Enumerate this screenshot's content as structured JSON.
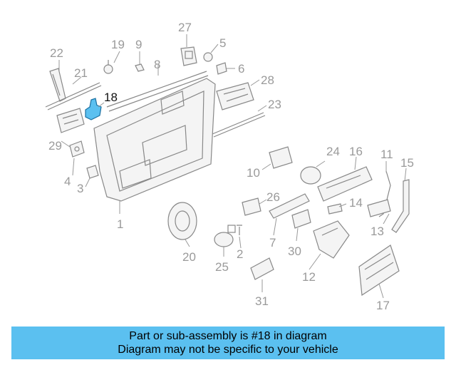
{
  "diagram": {
    "highlighted_part": "18",
    "highlight_color": "#5bc0f0",
    "callouts": [
      "1",
      "2",
      "3",
      "4",
      "5",
      "6",
      "7",
      "8",
      "9",
      "10",
      "11",
      "12",
      "13",
      "14",
      "15",
      "16",
      "17",
      "18",
      "19",
      "20",
      "21",
      "22",
      "23",
      "24",
      "25",
      "26",
      "27",
      "28",
      "29",
      "30",
      "31"
    ]
  },
  "banner": {
    "line1": "Part or sub-assembly is #18 in diagram",
    "line2": "Diagram may not be specific to your vehicle",
    "background": "#5bc0f0"
  }
}
